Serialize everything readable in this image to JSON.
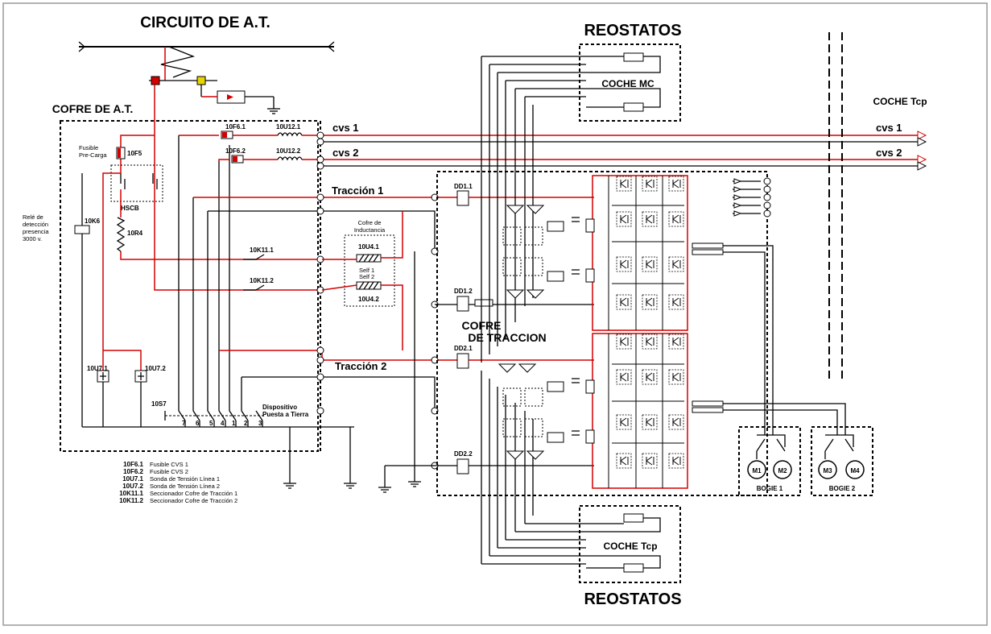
{
  "titles": {
    "circuito": "CIRCUITO DE A.T.",
    "cofre_at": "COFRE DE A.T.",
    "reostatos_top": "REOSTATOS",
    "reostatos_bottom": "REOSTATOS",
    "coche_mc": "COCHE MC",
    "coche_tcp_bottom": "COCHE Tcp",
    "coche_tcp_right": "COCHE Tcp",
    "cofre_traccion_1": "COFRE",
    "cofre_traccion_2": "DE TRACCION",
    "cofre_inductancia_1": "Cofre de",
    "cofre_inductancia_2": "Inductancia"
  },
  "buses": {
    "cvs1": "cvs 1",
    "cvs2": "cvs 2",
    "cvs1_right": "cvs 1",
    "cvs2_right": "cvs 2",
    "traccion1": "Tracción 1",
    "traccion2": "Tracción 2"
  },
  "components": {
    "f61": "10F6.1",
    "u121": "10U12.1",
    "f62": "10F6.2",
    "u122": "10U12.2",
    "fusible_1": "Fusible",
    "fusible_2": "Pre-Carga",
    "f5": "10F5",
    "hscb": "HSCB",
    "r4": "10R4",
    "k6": "10K6",
    "rele_1": "Relé de",
    "rele_2": "detección",
    "rele_3": "presencia",
    "rele_4": "3000 v.",
    "k111": "10K11.1",
    "k112": "10K11.2",
    "u41": "10U4.1",
    "u42": "10U4.2",
    "self1": "Self 1",
    "self2": "Self 2",
    "u71": "10U7.1",
    "u72": "10U7.2",
    "s97": "10S7",
    "dispositivo_1": "Dispositivo",
    "dispositivo_2": "Puesta a Tierra",
    "dd11": "DD1.1",
    "dd12": "DD1.2",
    "dd21": "DD2.1",
    "dd22": "DD2.2",
    "m1": "M1",
    "m2": "M2",
    "m3": "M3",
    "m4": "M4",
    "bogie1": "BOGIE 1",
    "bogie2": "BOGIE 2"
  },
  "switch_numbers": [
    "7",
    "6",
    "5",
    "4",
    "1",
    "2",
    "3"
  ],
  "legend": [
    {
      "code": "10F6.1",
      "text": "Fusible CVS 1"
    },
    {
      "code": "10F6.2",
      "text": "Fusible CVS 2"
    },
    {
      "code": "10U7.1",
      "text": "Sonda de Tensión Línea 1"
    },
    {
      "code": "10U7.2",
      "text": "Sonda de Tensión Línea 2"
    },
    {
      "code": "10K11.1",
      "text": "Seccionador Cofre de Tracción 1"
    },
    {
      "code": "10K11.2",
      "text": "Seccionador Cofre de Tracción 2"
    }
  ],
  "colors": {
    "wire": "#000000",
    "hv_wire": "#d40000",
    "yellow": "#e8d400"
  }
}
